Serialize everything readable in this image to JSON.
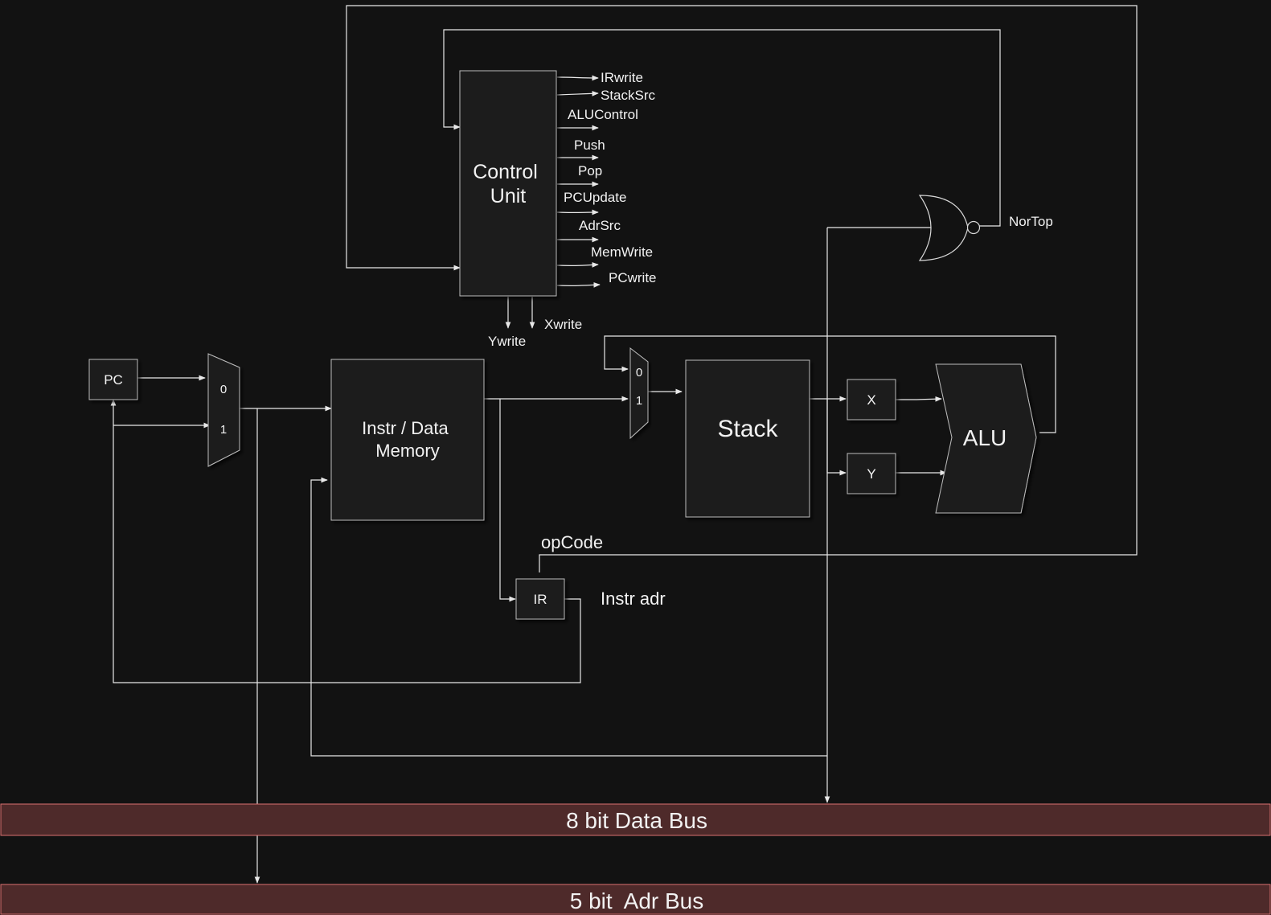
{
  "blocks": {
    "control_unit": [
      "Control",
      "Unit"
    ],
    "pc": "PC",
    "memory": [
      "Instr / Data",
      "Memory"
    ],
    "stack": "Stack",
    "x_reg": "X",
    "y_reg": "Y",
    "alu": "ALU",
    "ir": "IR",
    "mux_left": {
      "in0": "0",
      "in1": "1"
    },
    "mux_right": {
      "in0": "0",
      "in1": "1"
    }
  },
  "control_signals": [
    "IRwrite",
    "StackSrc",
    "ALUControl",
    "Push",
    "Pop",
    "PCUpdate",
    "AdrSrc",
    "MemWrite",
    "PCwrite"
  ],
  "write_signals": {
    "y": "Ywrite",
    "x": "Xwrite"
  },
  "labels": {
    "nor_output": "NorTop",
    "opcode": "opCode",
    "instr_adr": "Instr adr"
  },
  "buses": {
    "data": "8 bit Data Bus",
    "address": "5 bit  Adr Bus"
  },
  "colors": {
    "background": "#121212",
    "bus_fill": "#4e2a2a",
    "bus_border": "#d97070"
  }
}
